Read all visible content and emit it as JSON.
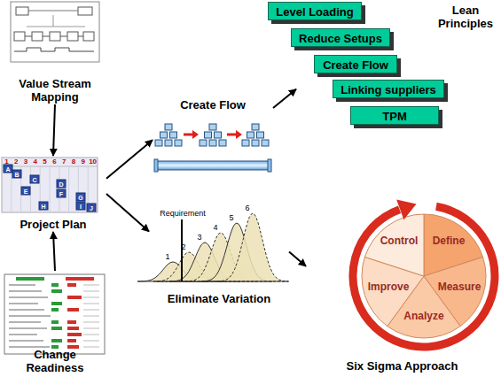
{
  "diagram": {
    "nodes": [
      {
        "text": [
          "Value Stream Mapping"
        ]
      },
      {
        "text": [
          "Project Plan"
        ]
      },
      {
        "text": [
          "Change Readiness"
        ]
      },
      {
        "text": [
          "Create Flow"
        ]
      },
      {
        "text": [
          "Eliminate Variation"
        ]
      },
      {
        "text": [
          "Lean Principles"
        ]
      },
      {
        "text": [
          "Level Loading"
        ],
        "in": 5
      },
      {
        "text": [
          "Reduce Setups"
        ],
        "in": 5
      },
      {
        "text": [
          "Create Flow"
        ],
        "in": 5
      },
      {
        "text": [
          "Linking suppliers"
        ],
        "in": 5
      },
      {
        "text": [
          "TPM"
        ],
        "in": 5
      },
      {
        "text": [
          "Six Sigma Approach"
        ]
      },
      {
        "text": [
          "Define"
        ],
        "in": 11
      },
      {
        "text": [
          "Measure"
        ],
        "in": 11
      },
      {
        "text": [
          "Analyze"
        ],
        "in": 11
      },
      {
        "text": [
          "Improve"
        ],
        "in": 11
      },
      {
        "text": [
          "Control"
        ],
        "in": 11
      }
    ],
    "edges": [
      {
        "from": 0,
        "to": 1,
        "arrow": "to"
      },
      {
        "from": 2,
        "to": 1,
        "arrow": "to"
      },
      {
        "from": 1,
        "to": 3,
        "arrow": "to"
      },
      {
        "from": 1,
        "to": 4,
        "arrow": "to"
      },
      {
        "from": 3,
        "to": 5,
        "arrow": "to"
      },
      {
        "from": 4,
        "to": 11,
        "arrow": "to"
      }
    ],
    "labels": [
      "1",
      "2",
      "3",
      "4",
      "5",
      "6",
      "7",
      "8",
      "9",
      "10",
      "A",
      "B",
      "C",
      "E",
      "H",
      "D",
      "F",
      "G",
      "I",
      "J",
      "Requirement",
      "1",
      "2",
      "3",
      "4",
      "5",
      "6"
    ]
  }
}
